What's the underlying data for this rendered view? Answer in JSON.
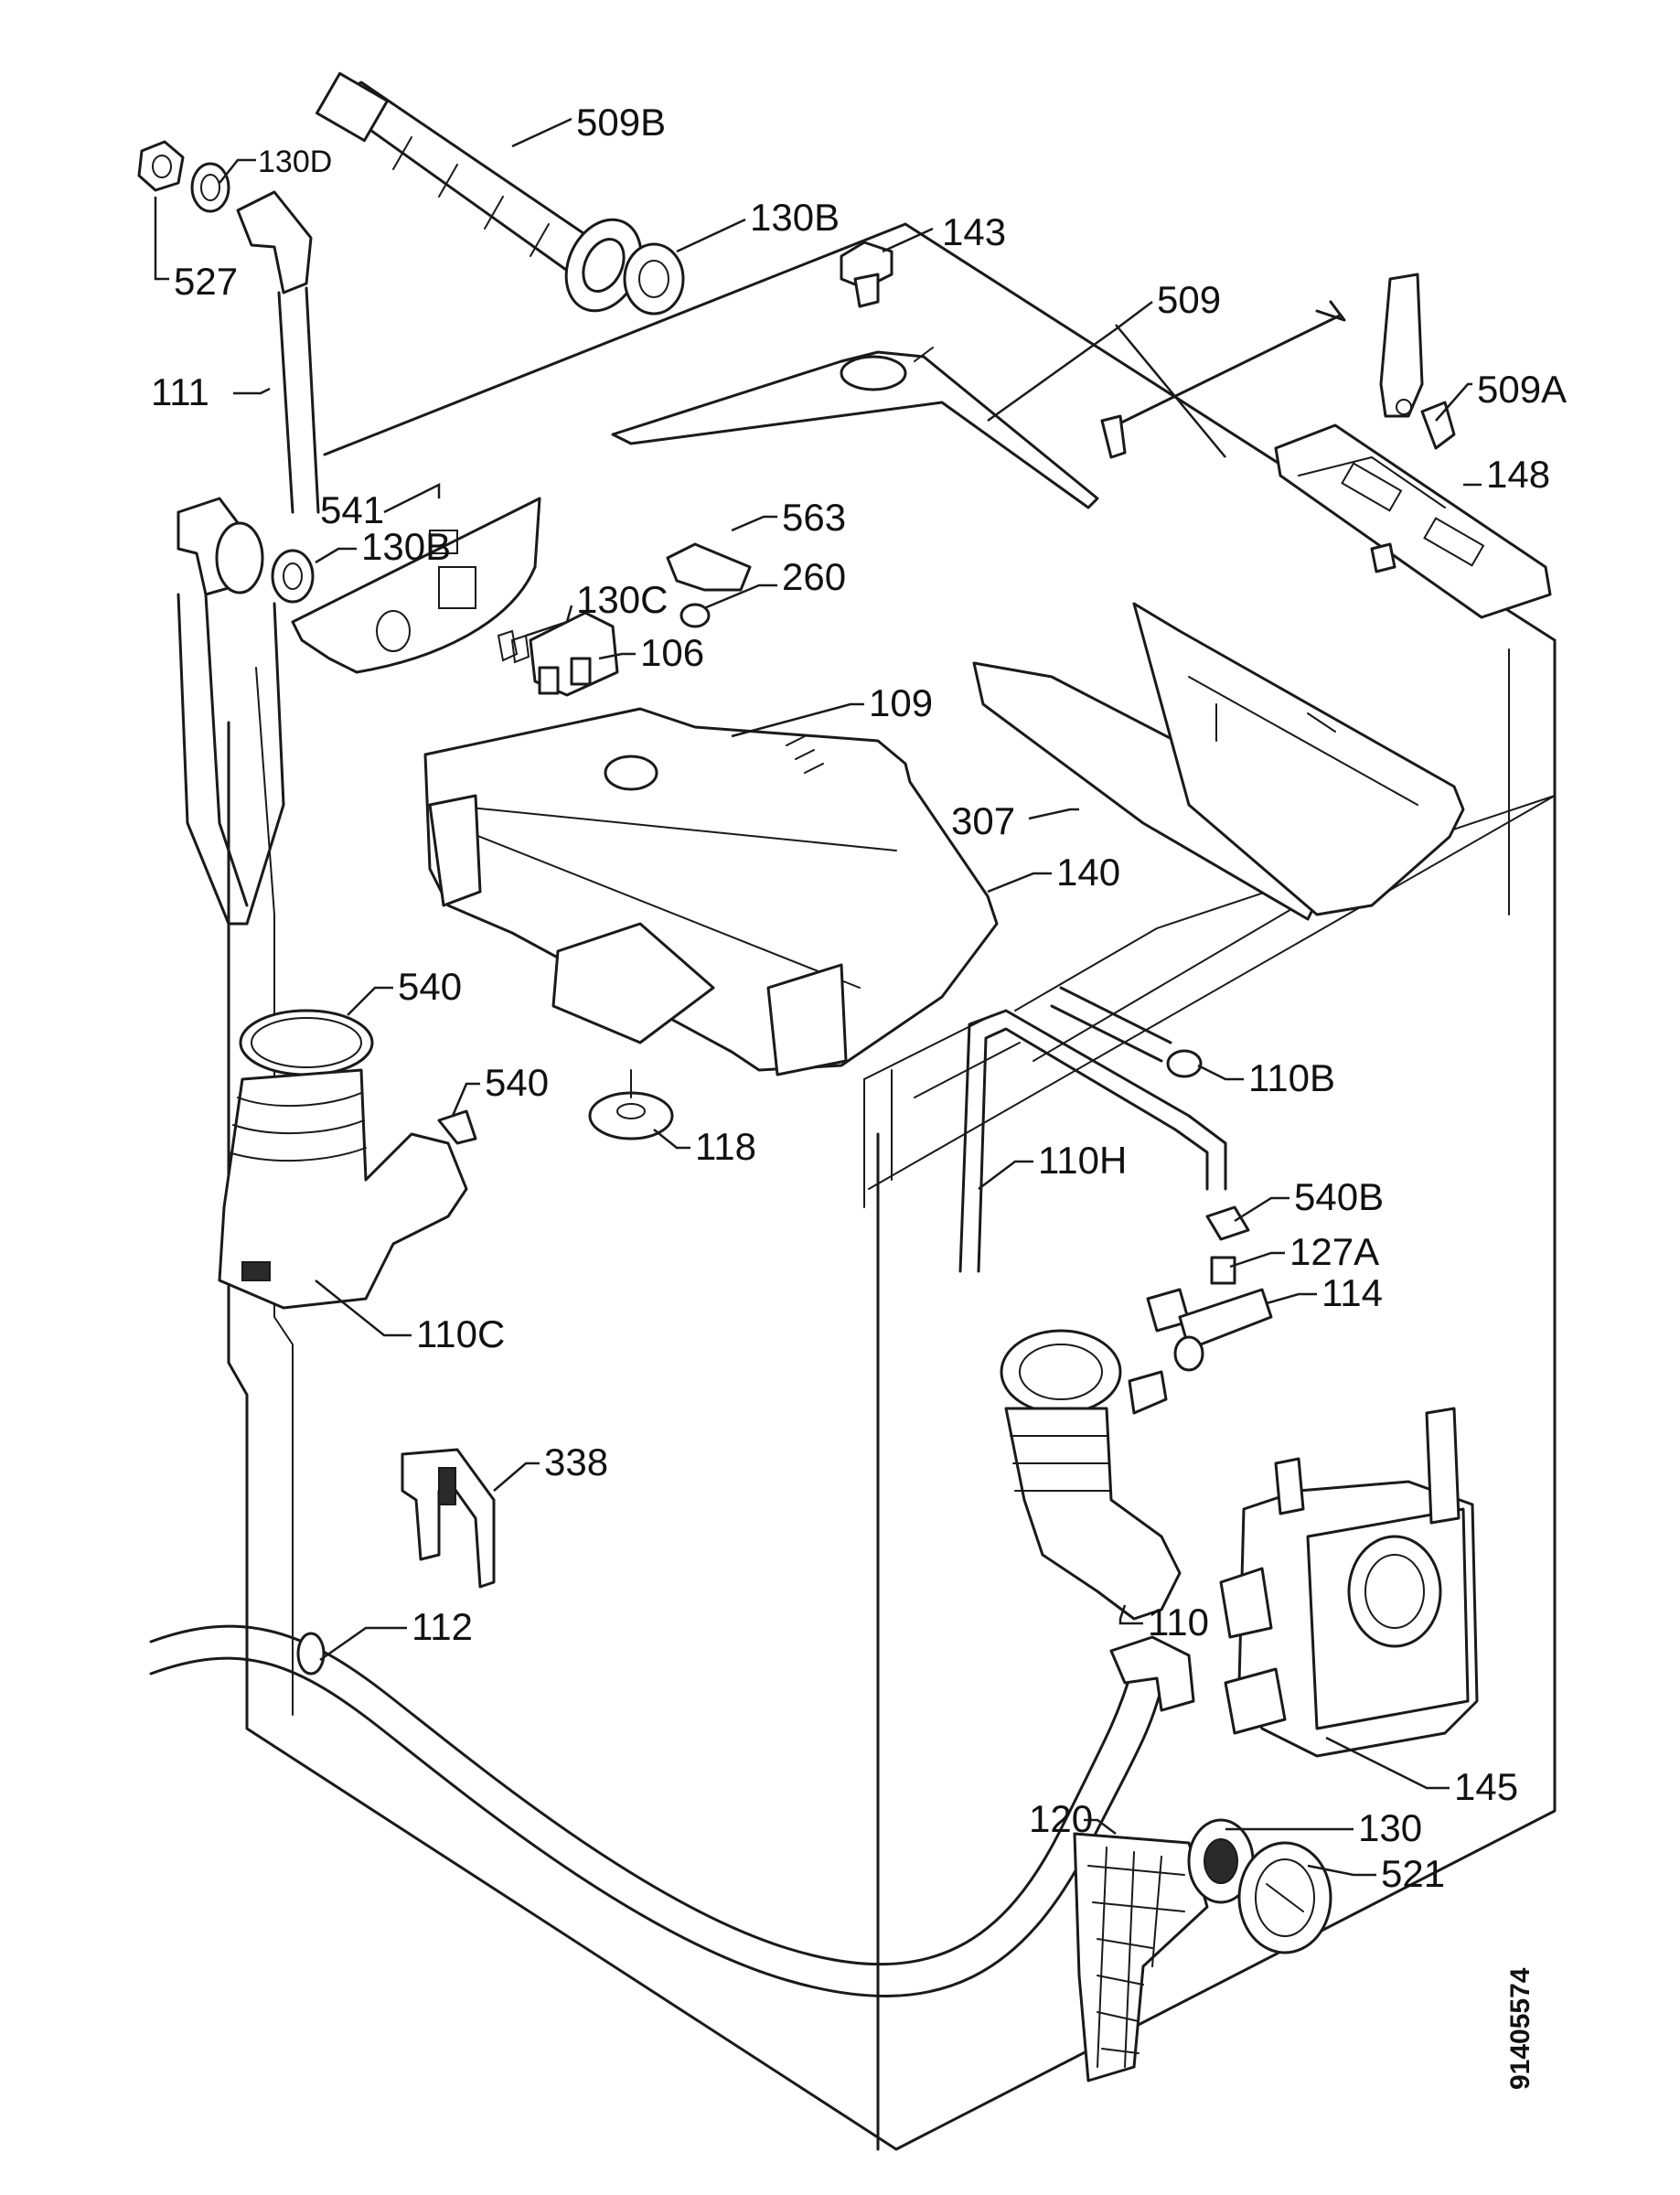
{
  "labels": {
    "l509b": "509B",
    "l130d": "130D",
    "l527": "527",
    "l130b_top": "130B",
    "l143": "143",
    "l509": "509",
    "l509a": "509A",
    "l111": "111",
    "l148": "148",
    "l541": "541",
    "l130b_mid": "130B",
    "l563": "563",
    "l260": "260",
    "l130c": "130C",
    "l106": "106",
    "l109": "109",
    "l307": "307",
    "l140": "140",
    "l540_a": "540",
    "l540_b": "540",
    "l110b": "110B",
    "l118": "118",
    "l110h": "110H",
    "l540b": "540B",
    "l127a": "127A",
    "l110c": "110C",
    "l114": "114",
    "l338": "338",
    "l110": "110",
    "l112": "112",
    "l145": "145",
    "l130": "130",
    "l120": "120",
    "l521": "521"
  },
  "document_number": "91405574"
}
